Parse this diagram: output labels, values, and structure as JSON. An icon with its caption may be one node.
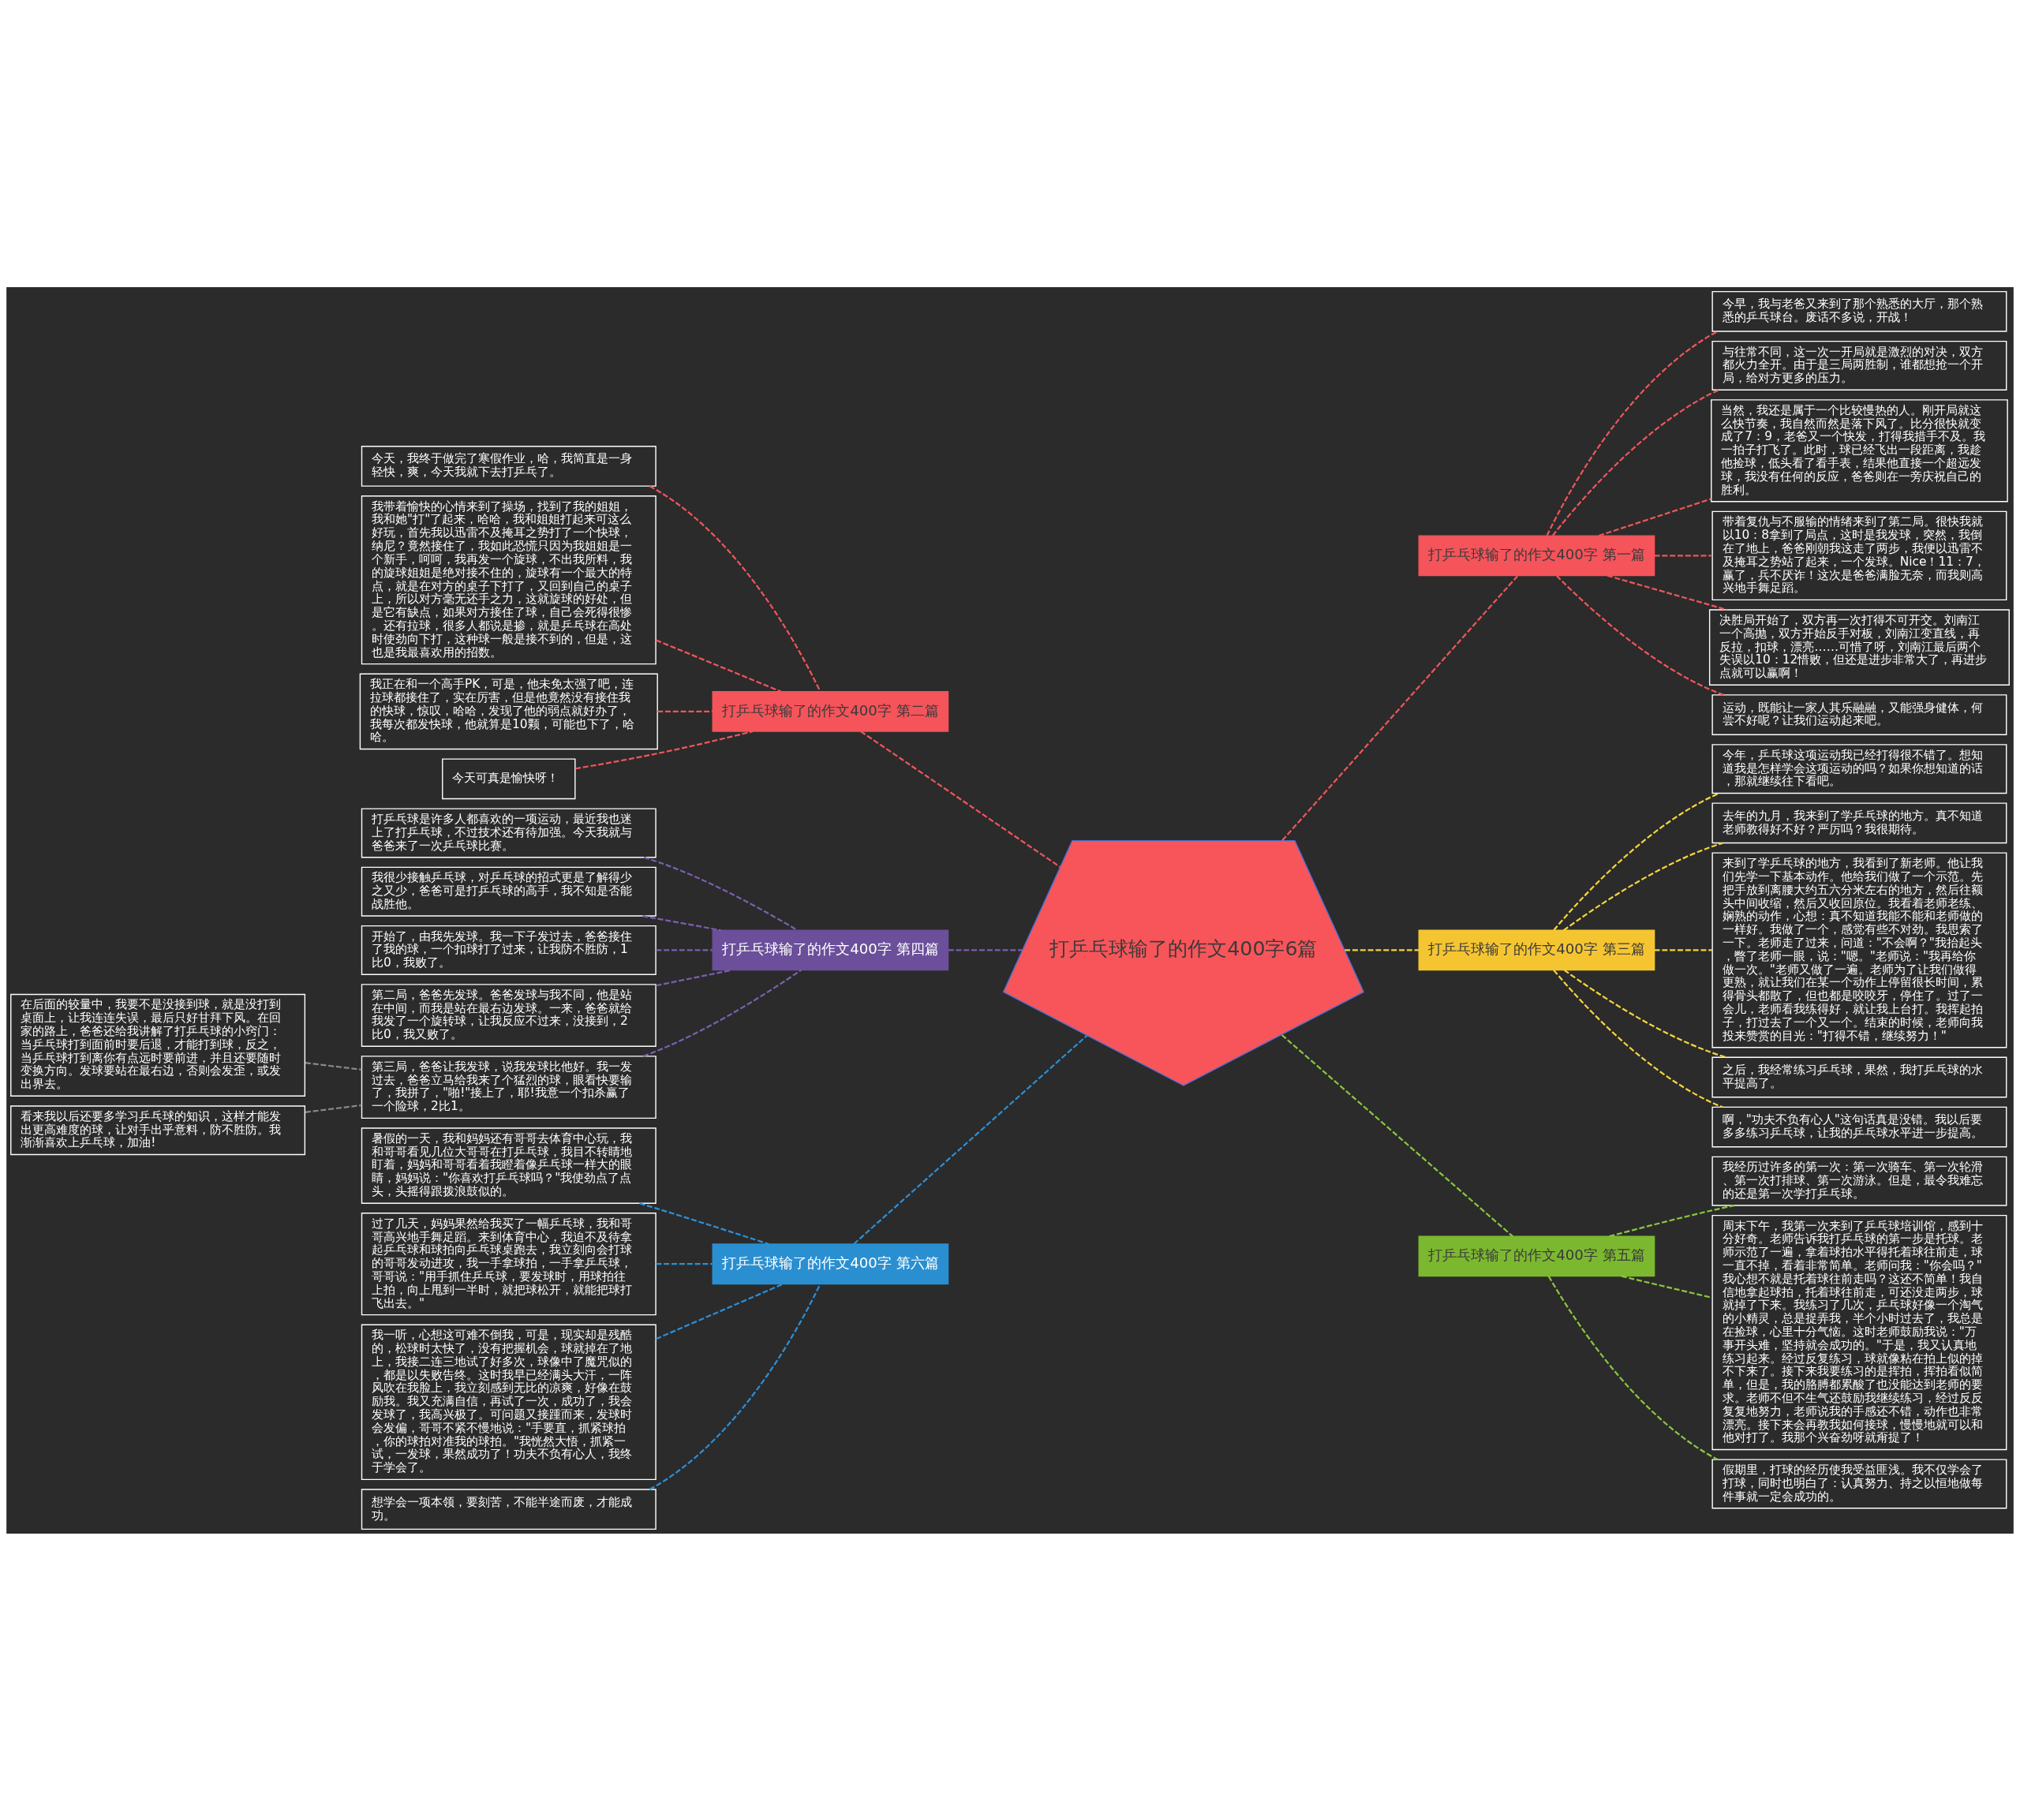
{
  "diagram": {
    "nodes": [
      {
        "text": [
          "打乒乓球输了的作文400字6篇"
        ]
      },
      {
        "text": [
          "打乒乓球输了的作文400字 第一篇"
        ]
      },
      {
        "text": [
          "今早，我与老爸又来到了那个熟悉的大厅，那个熟悉的乒乓球台。废话不多说，开战！"
        ]
      },
      {
        "text": [
          "与往常不同，这一次一开局就是激烈的对决，双方都火力全开。由于是三局两胜制，谁都想抢一个开局，给对方更多的压力。"
        ]
      },
      {
        "text": [
          "当然，我还是属于一个比较慢热的人。刚开局就这么快节奏，我自然而然是落下风了。比分很快就变成了7：9，老爸又一个快发，打得我措手不及。我一拍子打飞了。此时，球已经飞出一段距离，我趁他捡球，低头看了看手表，结果他直接一个超远发球，我没有任何的反应，爸爸则在一旁庆祝自己的胜利。"
        ]
      },
      {
        "text": [
          "带着复仇与不服输的情绪来到了第二局。很快我就以10：8拿到了局点，这时是我发球，突然，我倒在了地上，爸爸刚朝我这走了两步，我便以迅雷不及掩耳之势站了起来，一个发球。Nice！11：7，赢了，兵不厌诈！这次是爸爸满脸无奈，而我则高兴地手舞足蹈。"
        ]
      },
      {
        "text": [
          "决胜局开始了，双方再一次打得不可开交。刘南江一个高抛，双方开始反手对板，刘南江变直线，再反拉，扣球，漂亮……可惜了呀，刘南江最后两个失误以10：12惜败，但还是进步非常大了，再进步点就可以赢啊！"
        ]
      },
      {
        "text": [
          "运动，既能让一家人其乐融融，又能强身健体，何尝不好呢？让我们运动起来吧。"
        ]
      },
      {
        "text": [
          "打乒乓球输了的作文400字 第二篇"
        ]
      },
      {
        "text": [
          "今天，我终于做完了寒假作业，哈，我简直是一身轻快，爽，今天我就下去打乒乓了。"
        ]
      },
      {
        "text": [
          "我带着愉快的心情来到了操场，找到了我的姐姐，我和她\"打\"了起来，哈哈，我和姐姐打起来可这么好玩，首先我以迅雷不及掩耳之势打了一个快球，纳尼？竟然接住了，我如此恐慌只因为我姐姐是一个新手，呵呵，我再发一个旋球，不出我所料，我的旋球姐姐是绝对接不住的，旋球有一个最大的特点，就是在对方的桌子下打了，又回到自己的桌子上，所以对方毫无还手之力，这就旋球的好处，但是它有缺点，如果对方接住了球，自己会死得很惨。还有拉球，很多人都说是掺，就是乒乓球在高处时使劲向下打，这种球一般是接不到的，但是，这也是我最喜欢用的招数。"
        ]
      },
      {
        "text": [
          "我正在和一个高手PK，可是，他未免太强了吧，连拉球都接住了，实在厉害，但是他竟然没有接住我的快球，惊叹，哈哈，发现了他的弱点就好办了，我每次都发快球，他就算是10颗，可能也下了，哈哈。"
        ]
      },
      {
        "text": [
          "今天可真是愉快呀！"
        ]
      },
      {
        "text": [
          "打乒乓球输了的作文400字 第三篇"
        ]
      },
      {
        "text": [
          "今年，乒乓球这项运动我已经打得很不错了。想知道我是怎样学会这项运动的吗？如果你想知道的话，那就继续往下看吧。"
        ]
      },
      {
        "text": [
          "去年的九月，我来到了学乒乓球的地方。真不知道老师教得好不好？严厉吗？我很期待。"
        ]
      },
      {
        "text": [
          "来到了学乒乓球的地方，我看到了新老师。他让我们先学一下基本动作。他给我们做了一个示范。先把手放到离腰大约五六分米左右的地方，然后往额头中间收缩，然后又收回原位。我看着老师老练、娴熟的动作，心想：真不知道我能不能和老师做的一样好。我做了一个，感觉有些不对劲。我思索了一下。老师走了过来，问道：\"不会啊？\"我抬起头，瞥了老师一眼，说：\"嗯。\"老师说：\"我再给你做一次。\"老师又做了一遍。老师为了让我们做得更熟，就让我们在某一个动作上停留很长时间，累得骨头都散了，但也都是咬咬牙，停住了。过了一会儿，老师看我练得好，就让我上台打。我挥起拍子，打过去了一个又一个。结束的时候，老师向我投来赞赏的目光：\"打得不错，继续努力！\""
        ]
      },
      {
        "text": [
          "之后，我经常练习乒乓球，果然，我打乒乓球的水平提高了。"
        ]
      },
      {
        "text": [
          "啊，\"功夫不负有心人\"这句话真是没错。我以后要多多练习乒乓球，让我的乒乓球水平进一步提高。"
        ]
      },
      {
        "text": [
          "打乒乓球输了的作文400字 第四篇"
        ]
      },
      {
        "text": [
          "打乒乓球是许多人都喜欢的一项运动，最近我也迷上了打乒乓球，不过技术还有待加强。今天我就与爸爸来了一次乒乓球比赛。"
        ]
      },
      {
        "text": [
          "我很少接触乒乓球，对乒乓球的招式更是了解得少之又少，爸爸可是打乒乓球的高手，我不知是否能战胜他。"
        ]
      },
      {
        "text": [
          "开始了，由我先发球。我一下子发过去，爸爸接住了我的球，一个扣球打了过来，让我防不胜防，1比0，我败了。"
        ]
      },
      {
        "text": [
          "第二局，爸爸先发球。爸爸发球与我不同，他是站在中间，而我是站在最右边发球。一来，爸爸就给我发了一个旋转球，让我反应不过来，没接到，2比0，我又败了。"
        ]
      },
      {
        "text": [
          "第三局，爸爸让我发球，说我发球比他好。我一发过去，爸爸立马给我来了个猛烈的球，眼看快要输了，我拼了，\"啪!\"接上了，耶!我意一个扣杀赢了一个险球，2比1。"
        ]
      },
      {
        "text": [
          "在后面的较量中，我要不是没接到球，就是没打到桌面上，让我连连失误，最后只好甘拜下风。在回家的路上，爸爸还给我讲解了打乒乓球的小窍门：当乒乓球打到面前时要后退，才能打到球，反之，当乒乓球打到离你有点远时要前进，并且还要随时变换方向。发球要站在最右边，否则会发歪，或发出界去。"
        ]
      },
      {
        "text": [
          "看来我以后还要多学习乒乓球的知识，这样才能发出更高难度的球，让对手出乎意料，防不胜防。我渐渐喜欢上乒乓球，加油!"
        ]
      },
      {
        "text": [
          "打乒乓球输了的作文400字 第五篇"
        ]
      },
      {
        "text": [
          "我经历过许多的第一次：第一次骑车、第一次轮滑、第一次打排球、第一次游泳。但是，最令我难忘的还是第一次学打乒乓球。"
        ]
      },
      {
        "text": [
          "周末下午，我第一次来到了乒乓球培训馆，感到十分好奇。老师告诉我打乒乓球的第一步是托球。老师示范了一遍，拿着球拍水平得托着球往前走，球一直不掉，看着非常简单。老师问我：\"你会吗？\"我心想不就是托着球往前走吗？这还不简单！我自信地拿起球拍，托着球往前走，可还没走两步，球就掉了下来。我练习了几次，乒乓球好像一个淘气的小精灵，总是捉弄我，半个小时过去了，我总是在捡球，心里十分气恼。这时老师鼓励我说：\"万事开头难，坚持就会成功的。\"于是，我又认真地练习起来。经过反复练习，球就像粘在拍上似的掉不下来了。接下来我要练习的是挥拍，挥拍看似简单，但是，我的胳膊都累酸了也没能达到老师的要求。老师不但不生气还鼓励我继续练习，经过反反复复地努力，老师说我的手感还不错，动作也非常漂亮。接下来会再教我如何接球，慢慢地就可以和他对打了。我那个兴奋劲呀就甭提了！"
        ]
      },
      {
        "text": [
          "假期里，打球的经历使我受益匪浅。我不仅学会了打球，同时也明白了：认真努力、持之以恒地做每件事就一定会成功的。"
        ]
      },
      {
        "text": [
          "打乒乓球输了的作文400字 第六篇"
        ]
      },
      {
        "text": [
          "暑假的一天，我和妈妈还有哥哥去体育中心玩，我和哥哥看见几位大哥哥在打乒乓球，我目不转睛地盯着，妈妈和哥哥看着我瞪着像乒乓球一样大的眼睛，妈妈说：\"你喜欢打乒乓球吗？\"我使劲点了点头，头摇得跟拨浪鼓似的。"
        ]
      },
      {
        "text": [
          "过了几天，妈妈果然给我买了一幅乒乓球，我和哥哥高兴地手舞足蹈。来到体育中心，我迫不及待拿起乒乓球和球拍向乒乓球桌跑去，我立刻向会打球的哥哥发动进攻，我一手拿球拍，一手拿乒乓球，哥哥说：\"用手抓住乒乓球，要发球时，用球拍往上拍，向上甩到一半时，就把球松开，就能把球打飞出去。\""
        ]
      },
      {
        "text": [
          "我一听，心想这可难不倒我，可是，现实却是残酷的，松球时太快了，没有把握机会，球就掉在了地上，我接二连三地试了好多次，球像中了魔咒似的，都是以失败告终。这时我早已经满头大汗，一阵风吹在我脸上，我立刻感到无比的凉爽，好像在鼓励我。我又充满自信，再试了一次，成功了，我会发球了，我高兴极了。可问题又接踵而来，发球时会发偏，哥哥不紧不慢地说：\"手要直，抓紧球拍，你的球拍对准我的球拍。\"我恍然大悟，抓紧一试，一发球，果然成功了！功夫不负有心人，我终于学会了。"
        ]
      },
      {
        "text": [
          "想学会一项本领，要刻苦，不能半途而废，才能成功。"
        ]
      }
    ],
    "edges": [
      {
        "from": 0,
        "to": 1,
        "arrow": "none",
        "style": "dashed",
        "color": "#f0555a"
      },
      {
        "from": 1,
        "to": 2,
        "arrow": "none",
        "style": "dashed",
        "color": "#f0555a"
      },
      {
        "from": 1,
        "to": 3,
        "arrow": "none",
        "style": "dashed",
        "color": "#f0555a"
      },
      {
        "from": 1,
        "to": 4,
        "arrow": "none",
        "style": "dashed",
        "color": "#f0555a"
      },
      {
        "from": 1,
        "to": 5,
        "arrow": "none",
        "style": "dashed",
        "color": "#f0555a"
      },
      {
        "from": 1,
        "to": 6,
        "arrow": "none",
        "style": "dashed",
        "color": "#f0555a"
      },
      {
        "from": 1,
        "to": 7,
        "arrow": "none",
        "style": "dashed",
        "color": "#f0555a"
      },
      {
        "from": 0,
        "to": 8,
        "arrow": "none",
        "style": "dashed",
        "color": "#f0555a"
      },
      {
        "from": 8,
        "to": 9,
        "arrow": "none",
        "style": "dashed",
        "color": "#f0555a"
      },
      {
        "from": 8,
        "to": 10,
        "arrow": "none",
        "style": "dashed",
        "color": "#f0555a"
      },
      {
        "from": 8,
        "to": 11,
        "arrow": "none",
        "style": "dashed",
        "color": "#f0555a"
      },
      {
        "from": 8,
        "to": 12,
        "arrow": "none",
        "style": "dashed",
        "color": "#f0555a"
      },
      {
        "from": 0,
        "to": 13,
        "arrow": "none",
        "style": "dashed",
        "color": "#f5d43a"
      },
      {
        "from": 13,
        "to": 14,
        "arrow": "none",
        "style": "dashed",
        "color": "#f5d43a"
      },
      {
        "from": 13,
        "to": 15,
        "arrow": "none",
        "style": "dashed",
        "color": "#f5d43a"
      },
      {
        "from": 13,
        "to": 16,
        "arrow": "none",
        "style": "dashed",
        "color": "#f5d43a"
      },
      {
        "from": 13,
        "to": 17,
        "arrow": "none",
        "style": "dashed",
        "color": "#f5d43a"
      },
      {
        "from": 13,
        "to": 18,
        "arrow": "none",
        "style": "dashed",
        "color": "#f5d43a"
      },
      {
        "from": 0,
        "to": 19,
        "arrow": "none",
        "style": "dashed",
        "color": "#7a5fb0"
      },
      {
        "from": 19,
        "to": 20,
        "arrow": "none",
        "style": "dashed",
        "color": "#7a5fb0"
      },
      {
        "from": 19,
        "to": 21,
        "arrow": "none",
        "style": "dashed",
        "color": "#7a5fb0"
      },
      {
        "from": 19,
        "to": 22,
        "arrow": "none",
        "style": "dashed",
        "color": "#7a5fb0"
      },
      {
        "from": 19,
        "to": 23,
        "arrow": "none",
        "style": "dashed",
        "color": "#7a5fb0"
      },
      {
        "from": 19,
        "to": 24,
        "arrow": "none",
        "style": "dashed",
        "color": "#7a5fb0"
      },
      {
        "from": 24,
        "to": 25,
        "arrow": "none",
        "style": "dashed",
        "color": "#888888"
      },
      {
        "from": 24,
        "to": 26,
        "arrow": "none",
        "style": "dashed",
        "color": "#888888"
      },
      {
        "from": 0,
        "to": 27,
        "arrow": "none",
        "style": "dashed",
        "color": "#8bc53f"
      },
      {
        "from": 27,
        "to": 28,
        "arrow": "none",
        "style": "dashed",
        "color": "#8bc53f"
      },
      {
        "from": 27,
        "to": 29,
        "arrow": "none",
        "style": "dashed",
        "color": "#8bc53f"
      },
      {
        "from": 27,
        "to": 30,
        "arrow": "none",
        "style": "dashed",
        "color": "#8bc53f"
      },
      {
        "from": 0,
        "to": 31,
        "arrow": "none",
        "style": "dashed",
        "color": "#2c8fd6"
      },
      {
        "from": 31,
        "to": 32,
        "arrow": "none",
        "style": "dashed",
        "color": "#2c8fd6"
      },
      {
        "from": 31,
        "to": 33,
        "arrow": "none",
        "style": "dashed",
        "color": "#2c8fd6"
      },
      {
        "from": 31,
        "to": 34,
        "arrow": "none",
        "style": "dashed",
        "color": "#2c8fd6"
      },
      {
        "from": 31,
        "to": 35,
        "arrow": "none",
        "style": "dashed",
        "color": "#2c8fd6"
      }
    ]
  }
}
